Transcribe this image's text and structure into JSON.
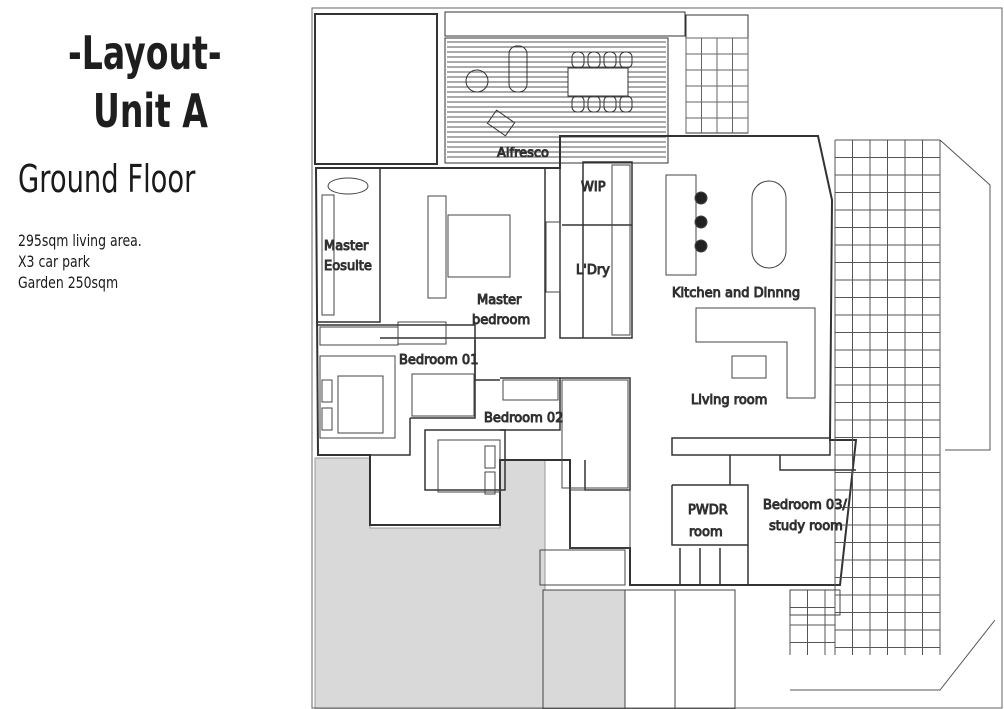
{
  "header": {
    "title_line1": "-Layout-",
    "title_line2": "Unit A",
    "floor": "Ground Floor"
  },
  "notes": [
    "295sqm living area.",
    "X3 car park",
    "Garden 250sqm"
  ],
  "rooms": {
    "alfresco": "Alfresco",
    "wip": "WIP",
    "master_ensuite_1": "Master",
    "master_ensuite_2": "Eosuite",
    "master_bedroom_1": "Master",
    "master_bedroom_2": "bedroom",
    "laundry": "L'Dry",
    "kitchen": "Kitchen and Dinnng",
    "bedroom01": "Bedroom 01",
    "bedroom02": "Bedroom 02",
    "living": "Living room",
    "pwdr_1": "PWDR",
    "pwdr_2": "room",
    "bedroom03_1": "Bedroom 03/",
    "bedroom03_2": "study room"
  },
  "colors": {
    "line": "#333333",
    "shade": "#d9d9d9",
    "grid": "#555555"
  }
}
